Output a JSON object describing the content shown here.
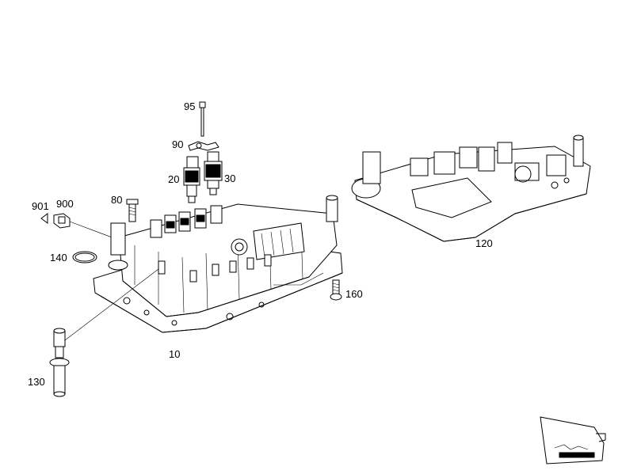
{
  "diagram": {
    "callouts": [
      {
        "id": "95",
        "text": "95"
      },
      {
        "id": "90",
        "text": "90"
      },
      {
        "id": "20",
        "text": "20"
      },
      {
        "id": "30",
        "text": "30"
      },
      {
        "id": "80",
        "text": "80"
      },
      {
        "id": "901",
        "text": "901"
      },
      {
        "id": "900",
        "text": "900"
      },
      {
        "id": "140",
        "text": "140"
      },
      {
        "id": "160",
        "text": "160"
      },
      {
        "id": "10",
        "text": "10"
      },
      {
        "id": "130",
        "text": "130"
      },
      {
        "id": "120",
        "text": "120"
      }
    ]
  }
}
